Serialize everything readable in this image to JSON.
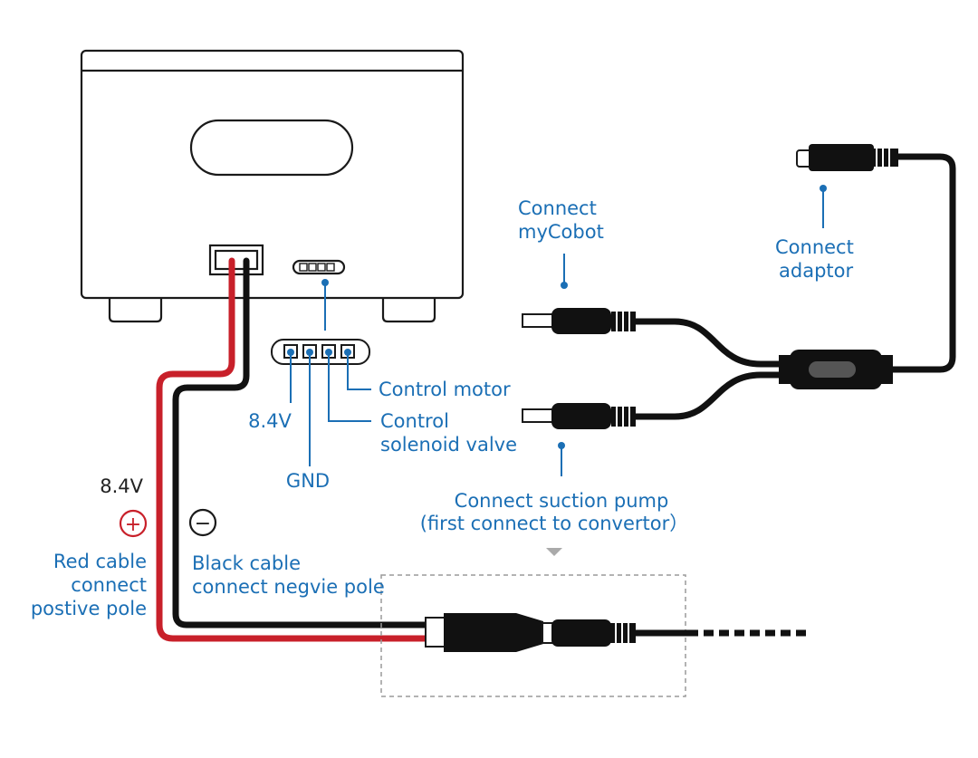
{
  "colors": {
    "label": "#1b6fb5",
    "red_cable": "#c8202a",
    "black_cable": "#111111",
    "outline": "#1a1a1a",
    "guide_line": "#1b6fb5",
    "dashed_box": "#9a9a9a",
    "arrow": "#aaaaaa"
  },
  "labels": {
    "control_motor": "Control motor",
    "control_solenoid_line1": "Control",
    "control_solenoid_line2": "solenoid valve",
    "pin_8v4": "8.4V",
    "gnd": "GND",
    "connect_mycobot_line1": "Connect",
    "connect_mycobot_line2": "myCobot",
    "connect_adaptor_line1": "Connect",
    "connect_adaptor_line2": "adaptor",
    "suction_pump_line1": "Connect suction pump",
    "suction_pump_line2": "(first connect to convertor）",
    "voltage": "8.4V",
    "plus_symbol": "+",
    "minus_symbol": "−",
    "red_cable_line1": "Red cable",
    "red_cable_line2": "connect",
    "red_cable_line3": "postive pole",
    "black_cable_line1": "Black cable",
    "black_cable_line2": "connect negvie pole"
  },
  "icons": {
    "device": "control-box-icon",
    "plus": "plus-circle-icon",
    "minus": "minus-circle-icon",
    "splitter": "y-splitter-cable-icon"
  }
}
